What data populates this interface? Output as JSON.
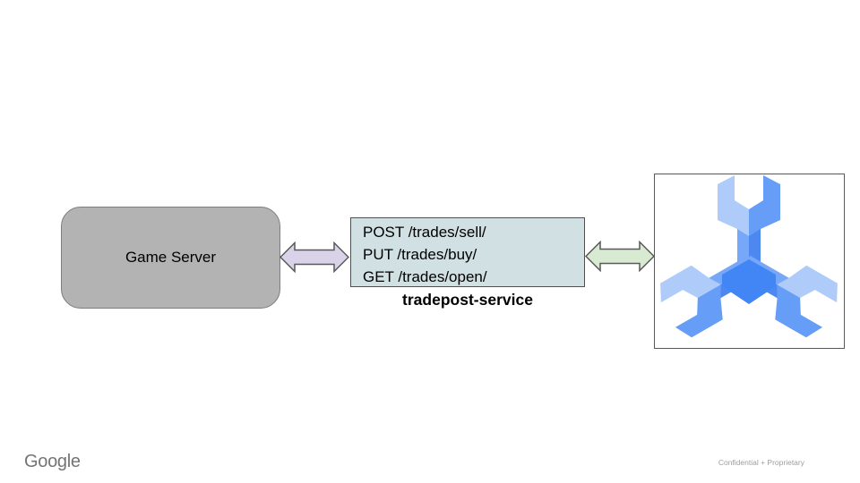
{
  "diagram": {
    "game_server": {
      "label": "Game Server",
      "fill": "#b3b3b3",
      "border": "#7d7d7d"
    },
    "service_box": {
      "lines": [
        "POST /trades/sell/",
        "PUT /trades/buy/",
        "GET /trades/open/"
      ],
      "fill": "#d0e0e3",
      "border": "#4f4f4f"
    },
    "service_label": "tradepost-service",
    "arrows": {
      "left": {
        "fill": "#d9d2e9",
        "stroke": "#595959"
      },
      "right": {
        "fill": "#d9ead3",
        "stroke": "#595959"
      }
    },
    "spanner": {
      "box_border": "#595959",
      "colors": {
        "light": "#aecbfa",
        "mid": "#669df6",
        "shaft_light": "#76a7f8",
        "shaft_dark": "#4d88f1",
        "core": "#4285f4"
      }
    }
  },
  "footer": {
    "logo": "Google",
    "confidential": "Confidential + Proprietary"
  }
}
